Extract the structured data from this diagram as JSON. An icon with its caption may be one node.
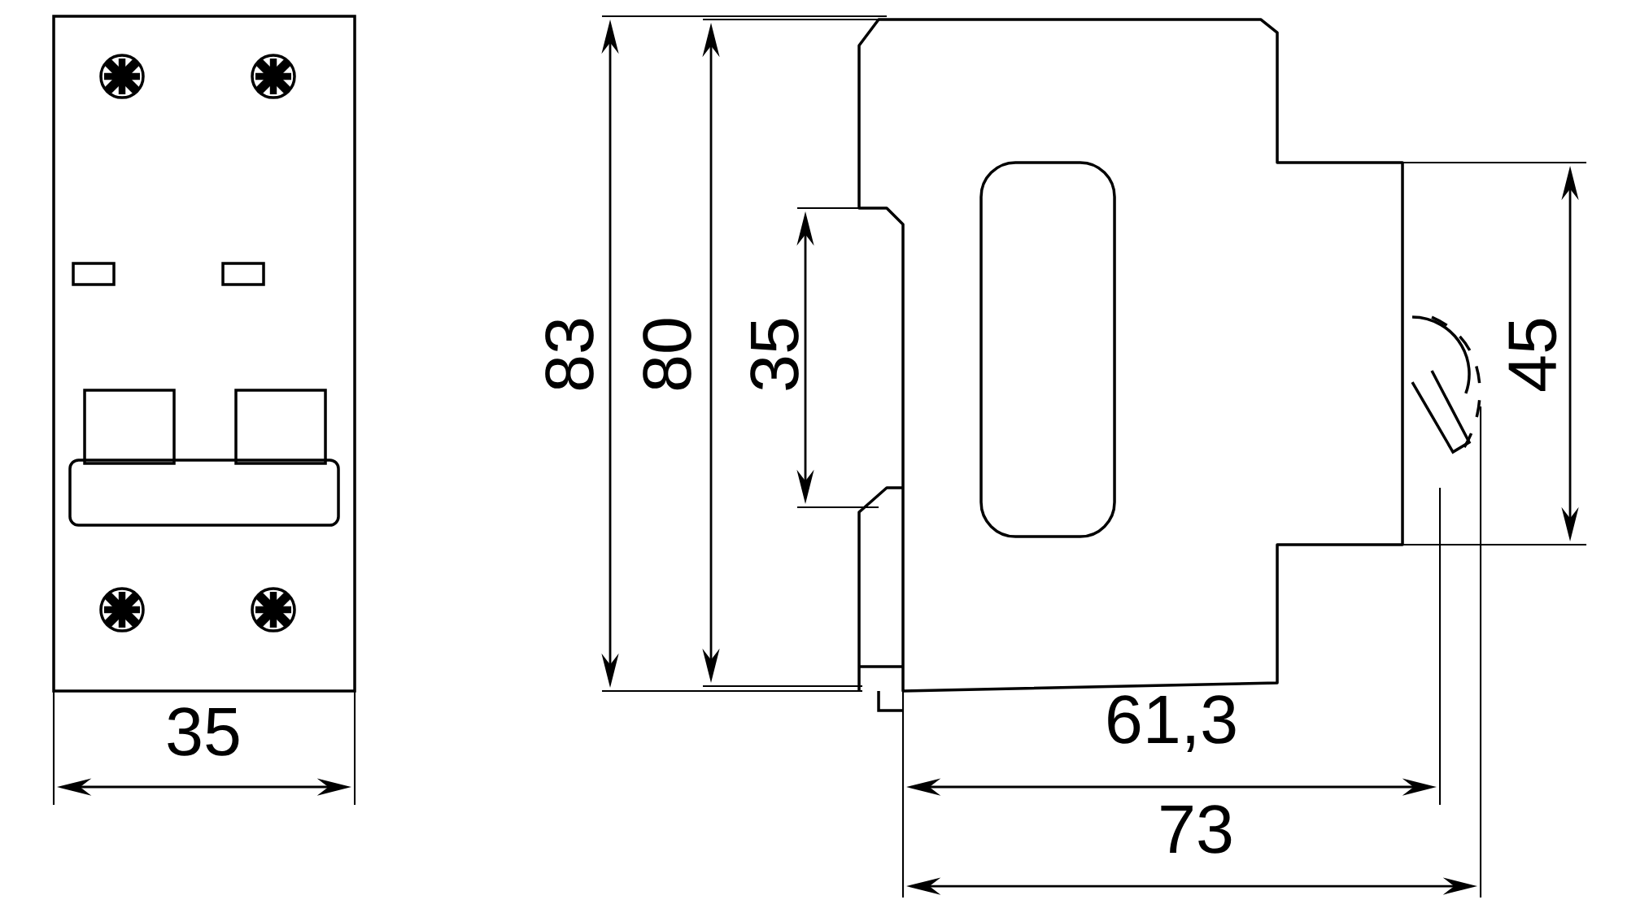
{
  "diagram": {
    "labels": [
      "83",
      "80",
      "35",
      "45",
      "35",
      "61,3",
      "73"
    ]
  }
}
